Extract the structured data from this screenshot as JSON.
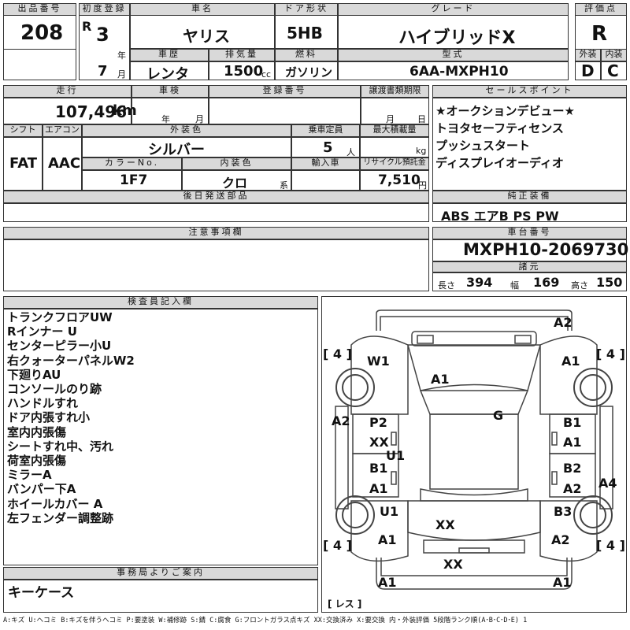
{
  "header": {
    "lot_no_label": "出品番号",
    "lot_no": "208",
    "first_reg_label": "初度登録",
    "era": "R",
    "year_num": "3",
    "year_unit": "年",
    "month_num": "7",
    "month_unit": "月",
    "car_name_label": "車名",
    "car_name": "ヤリス",
    "door_label": "ドア形状",
    "door": "5HB",
    "grade_label": "グレード",
    "grade": "ハイブリッドX",
    "score_label": "評価点",
    "score": "R",
    "history_label": "車歴",
    "history": "レンタ",
    "displacement_label": "排気量",
    "displacement": "1500",
    "displacement_unit": "cc",
    "fuel_label": "燃料",
    "fuel": "ガソリン",
    "model_label": "型式",
    "model": "6AA-MXPH10",
    "exterior_label": "外装",
    "exterior": "D",
    "interior_label": "内装",
    "interior": "C"
  },
  "row2": {
    "mileage_label": "走行",
    "mileage": "107,496",
    "mileage_unit": "km",
    "inspection_label": "車検",
    "insp_year": "年",
    "insp_month": "月",
    "regno_label": "登録番号",
    "transfer_label": "譲渡書類期限",
    "transfer_month": "月",
    "transfer_day": "日",
    "shift_label": "シフト",
    "shift": "FAT",
    "ac_label": "エアコン",
    "ac": "AAC",
    "ext_color_label": "外装色",
    "ext_color": "シルバー",
    "capacity_label": "乗車定員",
    "capacity": "5",
    "capacity_unit": "人",
    "load_label": "最大積載量",
    "load_unit": "kg",
    "color_no_label": "カラーNo.",
    "color_no": "1F7",
    "int_color_label": "内装色",
    "int_color": "クロ",
    "int_color_unit": "系",
    "import_label": "輸入車",
    "recycle_label": "リサイクル預託金",
    "recycle": "7,510",
    "recycle_unit": "円",
    "later_label": "後日発送部品"
  },
  "sales": {
    "label": "セールスポイント",
    "items": [
      "★オークションデビュー★",
      "トヨタセーフティセンス",
      "プッシュスタート",
      "ディスプレイオーディオ"
    ]
  },
  "equipment": {
    "label": "純正装備",
    "value": "ABS エアB PS PW"
  },
  "notes": {
    "label": "注意事項欄"
  },
  "chassis": {
    "label": "車台番号",
    "value": "MXPH10-2069730",
    "dims_label": "諸元",
    "length_label": "長さ",
    "length": "394",
    "width_label": "幅",
    "width": "169",
    "height_label": "高さ",
    "height": "150"
  },
  "inspector": {
    "label": "検査員記入欄",
    "items": [
      "トランクフロアUW",
      "Rインナー U",
      "センターピラー小U",
      "右クォーターパネルW2",
      "下廻りAU",
      "コンソールのり跡",
      "ハンドルすれ",
      "ドア内張すれ小",
      "室内内張傷",
      "シートすれ中、汚れ",
      "荷室内張傷",
      "ミラーA",
      "バンパー下A",
      "ホイールカバー A",
      "左フェンダー調整跡"
    ]
  },
  "office": {
    "label": "事務局よりご案内",
    "value": "キーケース"
  },
  "diagram": {
    "labels": [
      "A2",
      "[ 4 ]",
      "[ 4 ]",
      "W1",
      "A1",
      "A1",
      "G",
      "A2",
      "P2",
      "XX",
      "B1",
      "A1",
      "U1",
      "B1",
      "A1",
      "B2",
      "A2",
      "A4",
      "U1",
      "B3",
      "XX",
      "[ 4 ]",
      "[ 4 ]",
      "A1",
      "A2",
      "XX",
      "A1",
      "A1",
      "[ レス ]"
    ]
  },
  "legend": "A:キズ U:ヘコミ B:キズを伴うヘコミ P:要塗装 W:補修跡 S:錆 C:腐食 G:フロントガラス点キズ XX:交換済み X:要交換 内・外装評価 5段階ランク順(A･B･C･D･E) 1",
  "colors": {
    "header_bg": "#d9d9d9",
    "border": "#333333"
  }
}
